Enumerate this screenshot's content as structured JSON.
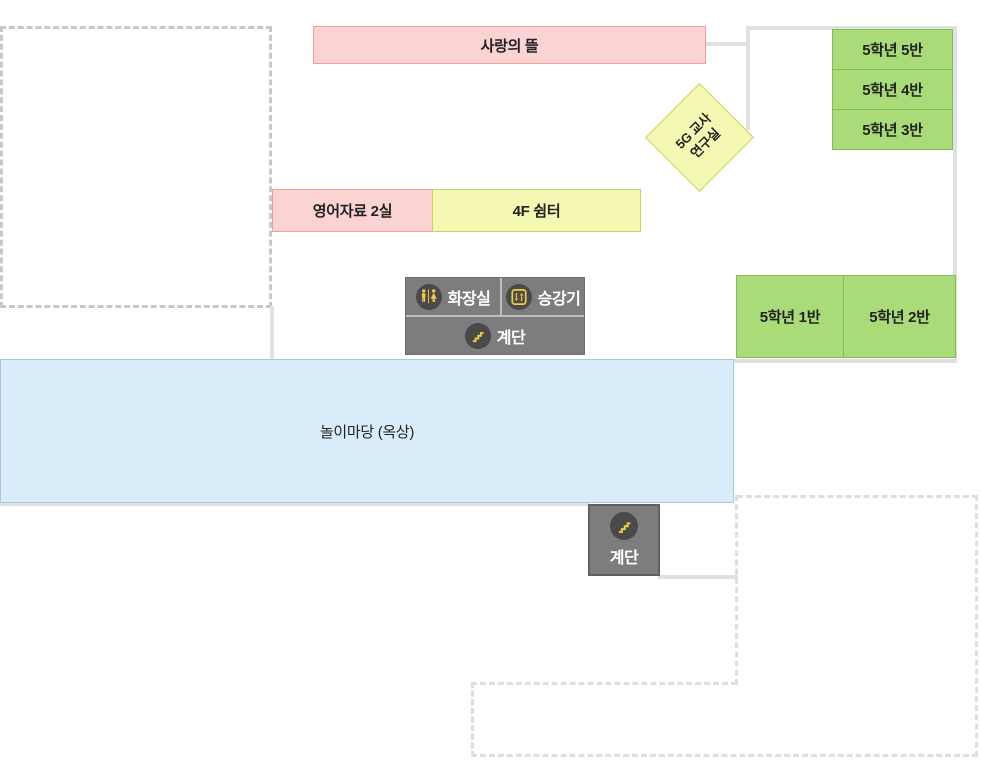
{
  "map": {
    "love_garden": "사랑의 뜰",
    "class_5_5": "5학년 5반",
    "class_5_4": "5학년 4반",
    "class_5_3": "5학년 3반",
    "teacher_office_line1": "5G 교사",
    "teacher_office_line2": "연구실",
    "english_room": "영어자료 2실",
    "rest_area": "4F 쉼터",
    "toilet": "화장실",
    "elevator": "승강기",
    "stairs_upper": "계단",
    "class_5_1": "5학년 1반",
    "class_5_2": "5학년 2반",
    "playground": "놀이마당 (옥상)",
    "stairs_lower": "계단"
  },
  "icons": {
    "toilet": "male-female-toilet-icon",
    "elevator": "elevator-icon",
    "stairs": "stairs-icon"
  },
  "colors": {
    "pink_fill": "#fbd3d3",
    "pink_border": "#ef9f9f",
    "green_fill": "#a9db79",
    "green_border": "#7fbf4d",
    "yellow_fill": "#f4f8b2",
    "yellow_border": "#c8d366",
    "blue_fill": "#d8edf9",
    "blue_border": "#a3cbe0",
    "gray_fill": "#7d7d7d",
    "icon_circle": "#4a4a4a",
    "icon_glyph": "#f2cc44",
    "wall": "#e1e1e1",
    "dashed_dark": "#c8c8c8",
    "dashed_light": "#dedede"
  }
}
